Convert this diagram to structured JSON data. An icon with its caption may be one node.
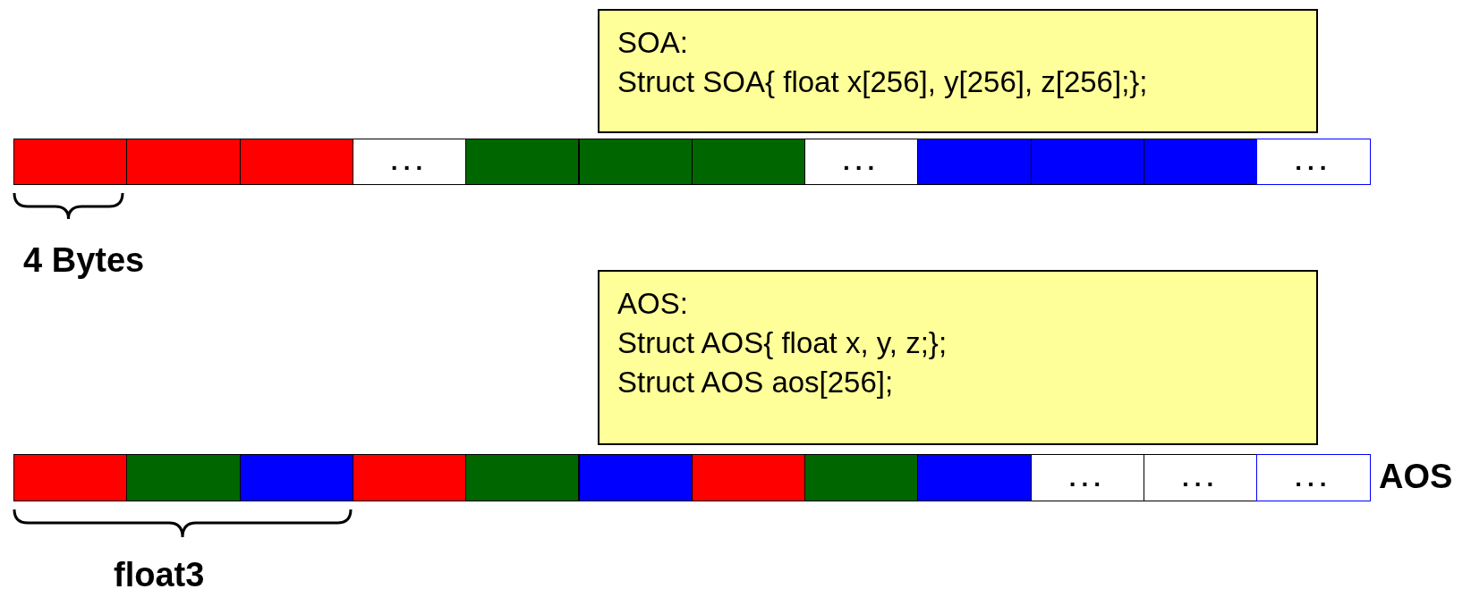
{
  "diagram": {
    "nodes": [
      {
        "text": [
          "SOA:",
          "Struct SOA{ float x[256], y[256], z[256];};"
        ]
      },
      {
        "text": [],
        "shape": "box"
      },
      {
        "text": [],
        "shape": "box"
      },
      {
        "text": [],
        "shape": "box"
      },
      {
        "text": [
          "..."
        ]
      },
      {
        "text": [],
        "shape": "box"
      },
      {
        "text": [],
        "shape": "box"
      },
      {
        "text": [],
        "shape": "box"
      },
      {
        "text": [
          "..."
        ]
      },
      {
        "text": [],
        "shape": "box"
      },
      {
        "text": [],
        "shape": "box"
      },
      {
        "text": [],
        "shape": "box"
      },
      {
        "text": [
          "..."
        ]
      },
      {
        "text": [
          "AOS:",
          "Struct AOS{ float x, y, z;};",
          "Struct AOS aos[256];"
        ]
      },
      {
        "text": [],
        "shape": "box"
      },
      {
        "text": [],
        "shape": "box"
      },
      {
        "text": [],
        "shape": "box"
      },
      {
        "text": [],
        "shape": "box"
      },
      {
        "text": [],
        "shape": "box"
      },
      {
        "text": [],
        "shape": "box"
      },
      {
        "text": [],
        "shape": "box"
      },
      {
        "text": [],
        "shape": "box"
      },
      {
        "text": [],
        "shape": "box"
      },
      {
        "text": [
          "..."
        ]
      },
      {
        "text": [
          "..."
        ]
      },
      {
        "text": [
          "..."
        ]
      }
    ],
    "labels": [
      "4 Bytes",
      "AOS",
      "float3"
    ]
  }
}
